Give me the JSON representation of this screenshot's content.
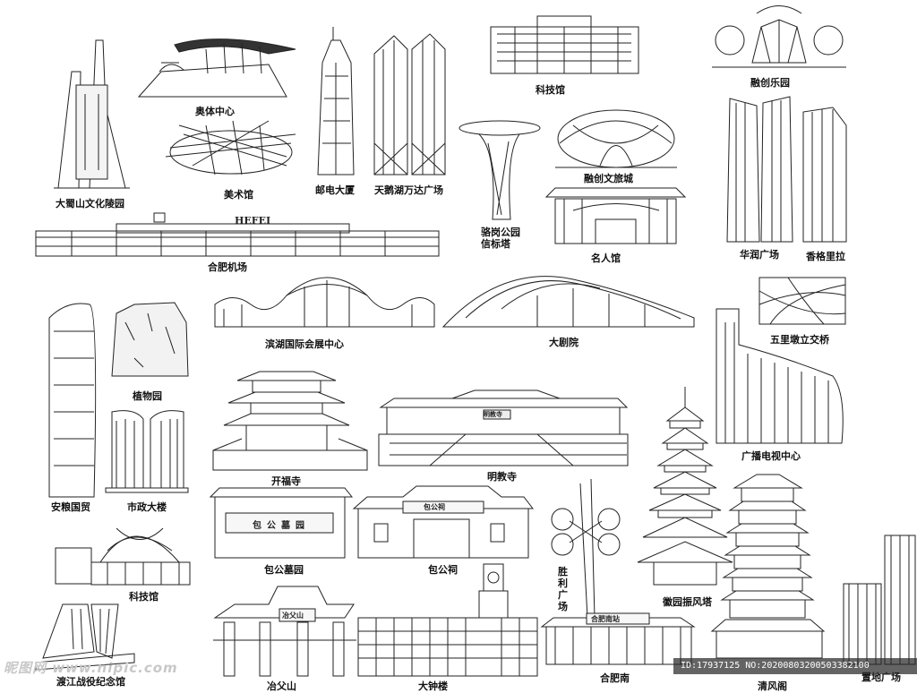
{
  "labels": {
    "dashushan": "大蜀山文化陵园",
    "aoti": "奥体中心",
    "meishu": "美术馆",
    "youdian": "邮电大厦",
    "wanda": "天鹅湖万达广场",
    "kejiguan_top": "科技馆",
    "rongchuang_park": "融创乐园",
    "luogang": "骆岗公园\n信标塔",
    "rongchuang_city": "融创文旅城",
    "mingren": "名人馆",
    "huarun": "华润广场",
    "shangri": "香格里拉",
    "airport": "合肥机场",
    "binhu": "滨湖国际会展中心",
    "theater": "大剧院",
    "wulidun": "五里墩立交桥",
    "zhiwu": "植物园",
    "kaifu": "开福寺",
    "mingjiao": "明教寺",
    "guangbo": "广播电视中心",
    "anliang": "安粮国贸",
    "shizheng": "市政大楼",
    "baomu": "包公墓园",
    "baoci": "包公祠",
    "shengli": "胜利广场",
    "huiyuan": "徽园振风塔",
    "kejiguan_bottom": "科技馆",
    "dujiang": "渡江战役纪念馆",
    "yefu": "冶父山",
    "clock": "大钟楼",
    "hefeinan": "合肥南",
    "qingfeng": "清风阁",
    "zhidi": "置地广场"
  },
  "signs": {
    "hefei_logo": "HEFEI",
    "baomu_plaque": "包公墓园",
    "baoci_plaque": "包公祠",
    "yefu_plaque": "冶父山",
    "mingjiao_plaque": "明教寺",
    "hefeinan_plaque": "合肥南站"
  },
  "watermark": "昵图网 www.nipic.com",
  "image_id": "ID:17937125 NO:20200803200503382100"
}
